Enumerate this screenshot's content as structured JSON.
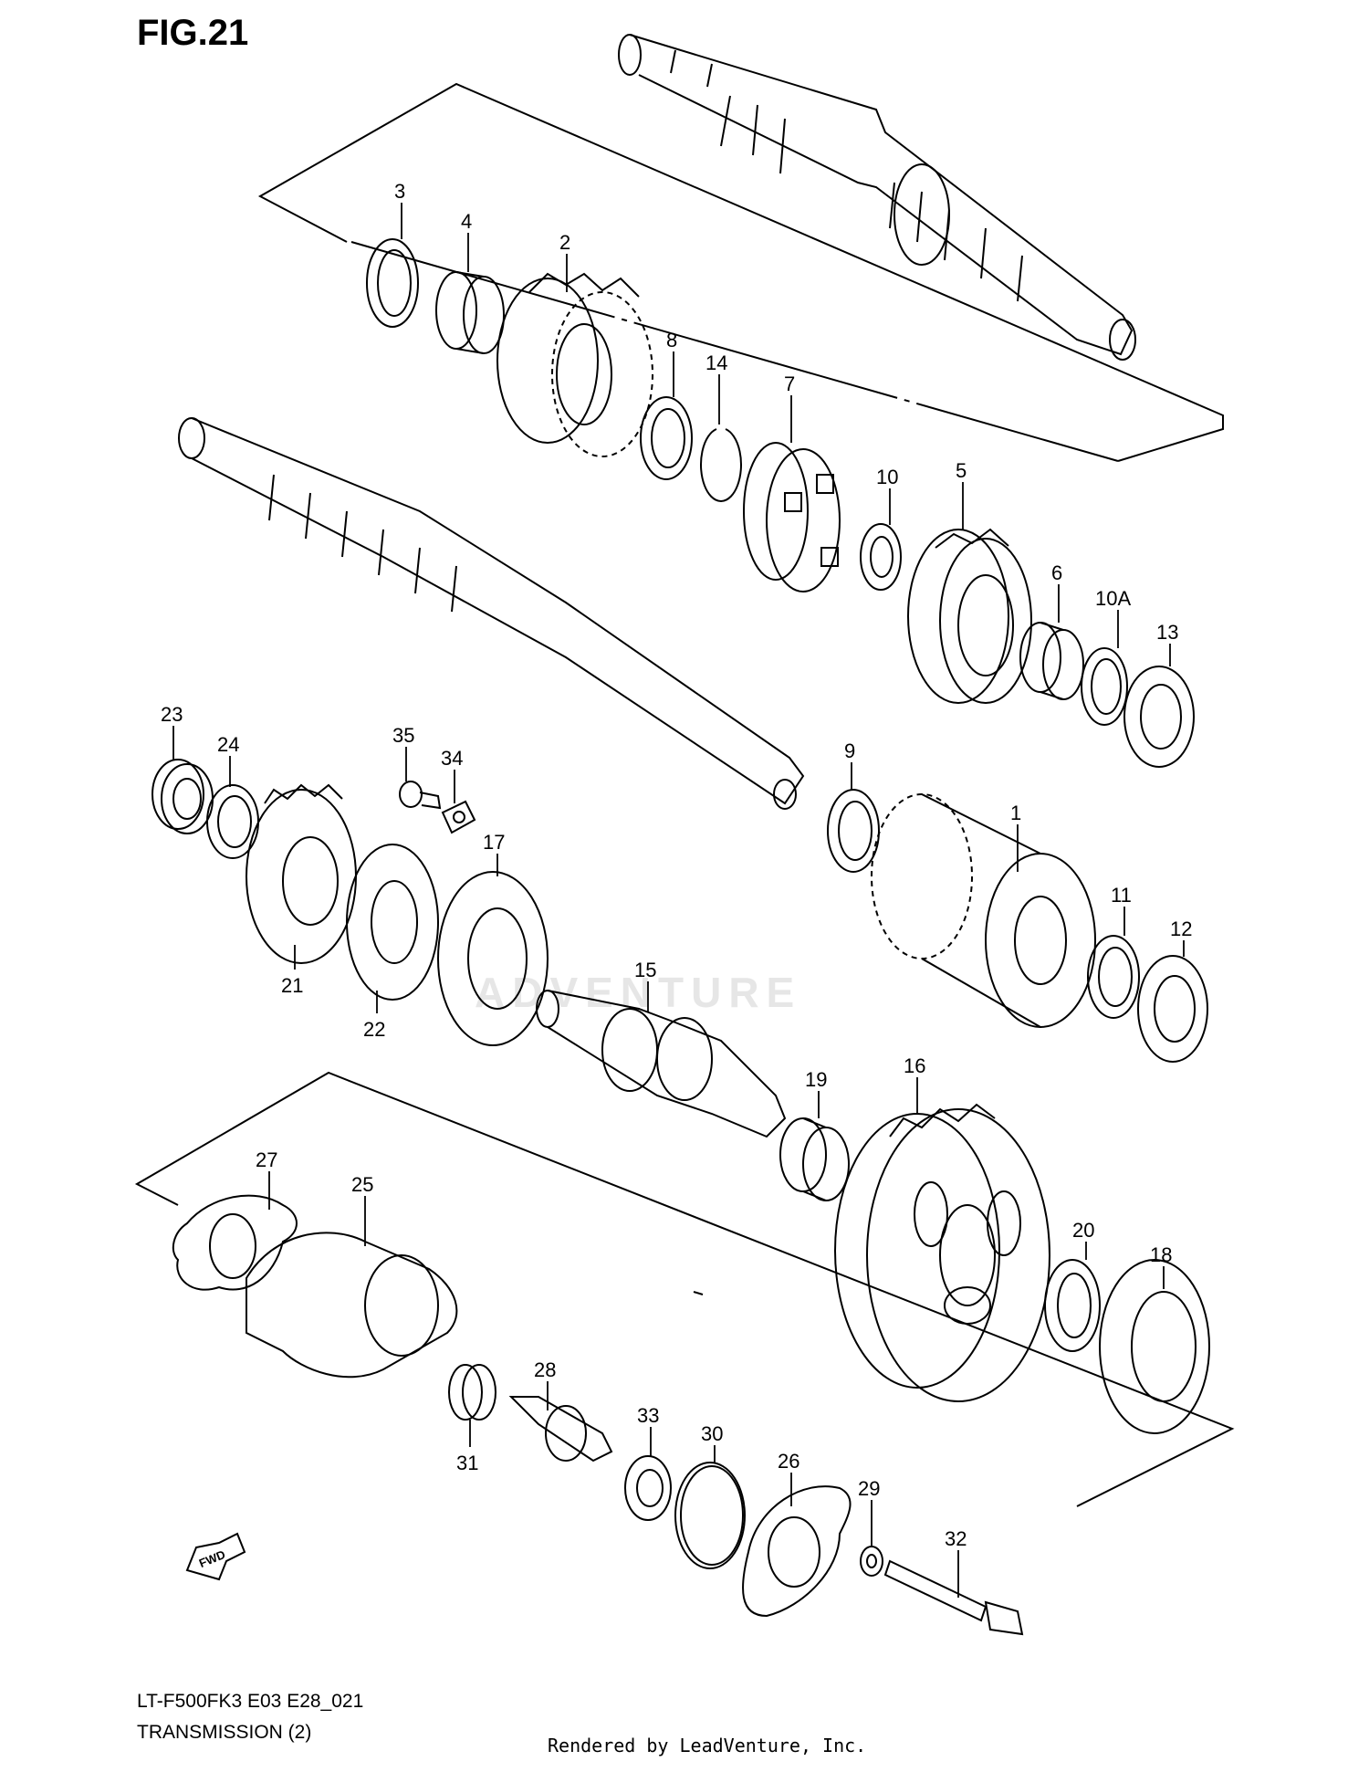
{
  "figure": {
    "title": "FIG.21"
  },
  "callouts": [
    "1",
    "2",
    "3",
    "4",
    "5",
    "6",
    "7",
    "8",
    "9",
    "10",
    "10A",
    "11",
    "12",
    "13",
    "14",
    "15",
    "16",
    "17",
    "18",
    "19",
    "20",
    "21",
    "22",
    "23",
    "24",
    "25",
    "26",
    "27",
    "28",
    "29",
    "30",
    "31",
    "32",
    "33",
    "34",
    "35"
  ],
  "fwd_label": "FWD",
  "watermark": "ADVENTURE",
  "footer": {
    "model_code": "LT-F500FK3 E03 E28_021",
    "section": "TRANSMISSION (2)",
    "credit": "Rendered by LeadVenture, Inc."
  }
}
